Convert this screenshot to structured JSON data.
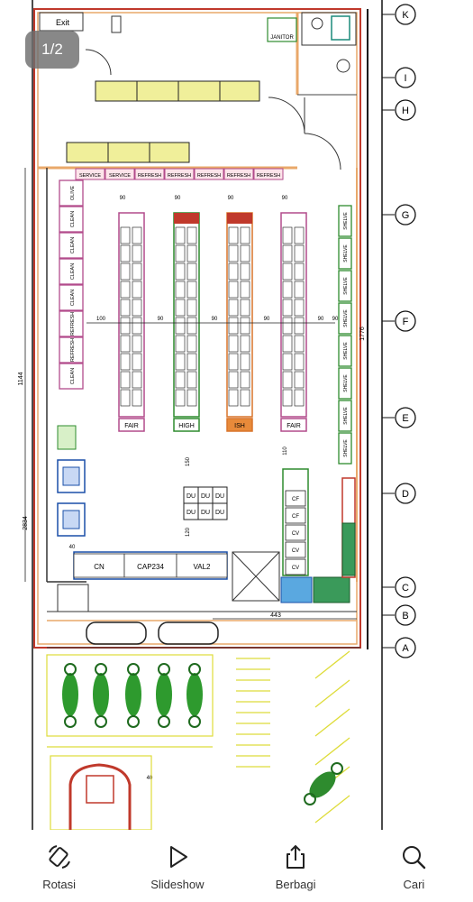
{
  "viewer": {
    "page_counter": "1/2"
  },
  "plan": {
    "grid_labels": [
      "K",
      "I",
      "H",
      "G",
      "F",
      "E",
      "D",
      "C",
      "B",
      "A"
    ],
    "dimensions": {
      "left_overall": "2834",
      "left_upper": "1144",
      "right_overall": "1776",
      "aisle_top": [
        "90",
        "90",
        "90",
        "90"
      ],
      "aisle_mid": [
        "100",
        "90",
        "90",
        "90",
        "90",
        "90"
      ],
      "bottom": "443",
      "misc_40a": "40",
      "misc_40b": "40",
      "misc_150": "150",
      "misc_120": "120",
      "misc_110": "110"
    },
    "top_labels": {
      "entrance": "Exit",
      "wc_sign": "JANITOR"
    },
    "service_bays": [
      "SERVICE",
      "SERVICE",
      "REFRESH",
      "REFRESH",
      "REFRESH",
      "REFRESH",
      "REFRESH"
    ],
    "gondolas": [
      {
        "label": "FAIR",
        "color": "#b24b8b"
      },
      {
        "label": "HIGH",
        "color": "#2e8b2e"
      },
      {
        "label": "ISH",
        "color": "#d8742a"
      },
      {
        "label": "FAIR",
        "color": "#b24b8b"
      }
    ],
    "left_wall": [
      "OLIVE",
      "CLEAN",
      "CLEAN",
      "CLEAN",
      "CLEAN",
      "REFRESH",
      "REFRESH",
      "CLEAN"
    ],
    "right_wall": [
      "SHELVE",
      "SHELVE",
      "SHELVE",
      "SHELVE",
      "SHELVE",
      "SHELVE",
      "SHELVE",
      "SHELVE"
    ],
    "du_boxes": [
      "DU",
      "DU",
      "DU",
      "DU",
      "DU",
      "DU"
    ],
    "checkout": [
      "CN",
      "CAP234",
      "VAL2"
    ],
    "cooler_column": [
      "CF",
      "CF",
      "CV",
      "CV",
      "CV"
    ]
  },
  "actions": [
    {
      "label": "Rotasi",
      "icon": "rotate-icon"
    },
    {
      "label": "Slideshow",
      "icon": "play-icon"
    },
    {
      "label": "Berbagi",
      "icon": "share-icon"
    },
    {
      "label": "Cari",
      "icon": "search-icon"
    }
  ],
  "colors": {
    "wall": "#c0392b",
    "wall_inner": "#e9a86a",
    "accent_pink": "#b24b8b",
    "accent_green": "#2e8b2e",
    "parking_green": "#1e8a1e",
    "yellow": "#dedc3a"
  }
}
